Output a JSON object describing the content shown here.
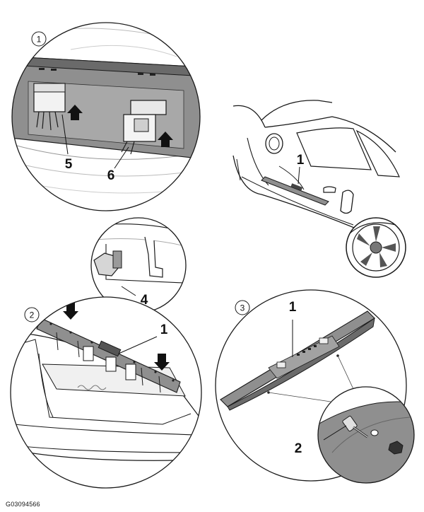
{
  "figure": {
    "reference_code": "G03094566",
    "detail_circles": [
      {
        "id": "circle-1",
        "number": "1"
      },
      {
        "id": "circle-2",
        "number": "2"
      },
      {
        "id": "circle-3",
        "number": "3"
      }
    ],
    "callouts": {
      "detail1_connector_a": "5",
      "detail1_connector_b": "6",
      "car_panel": "1",
      "clip_inset": "4",
      "detail2_panel": "1",
      "detail3_panel": "1",
      "detail3_screw": "2"
    },
    "colors": {
      "line": "#1a1a1a",
      "panel_gray": "#8a8a8a",
      "dark_gray": "#5c5c5c",
      "light_gray": "#d9d9d9"
    }
  }
}
